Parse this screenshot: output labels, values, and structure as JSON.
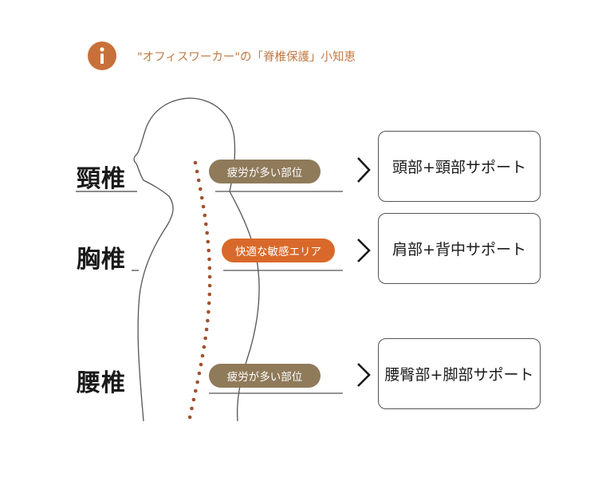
{
  "header": {
    "title": "\"オフィスワーカー\"の「脊椎保護」小知恵",
    "icon": "info-icon",
    "accent": "#c8703a"
  },
  "regions": [
    {
      "label": "頸椎",
      "pill": "疲労が多い部位",
      "pill_type": "tired",
      "support": "頭部+頸部サポート"
    },
    {
      "label": "胸椎",
      "pill": "快適な敏感エリア",
      "pill_type": "comfort",
      "support": "肩部+背中サポート"
    },
    {
      "label": "腰椎",
      "pill": "疲労が多い部位",
      "pill_type": "tired",
      "support": "腰臀部+脚部サポート"
    }
  ],
  "colors": {
    "tired_pill": "#8f7a5a",
    "comfort_pill": "#d9692a",
    "spine_dots": "#a0522d"
  }
}
